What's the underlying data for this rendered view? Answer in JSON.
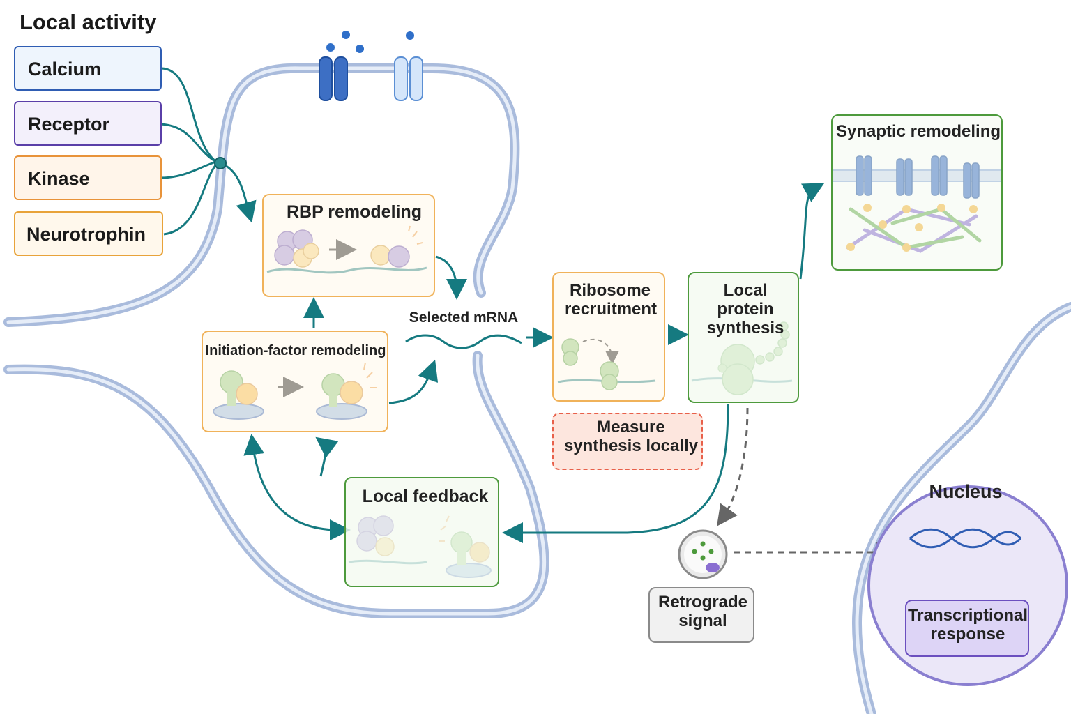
{
  "title": "Local activity",
  "inputs": [
    {
      "label": "Calcium",
      "icon": "calcium-dots-icon",
      "color": "#2f5db3",
      "fill": "#eef5fd"
    },
    {
      "label": "Receptor",
      "icon": "receptor-icon",
      "color": "#5a3fa8",
      "fill": "#f3f0fb"
    },
    {
      "label": "Kinase",
      "icon": "kinase-icon",
      "color": "#e8933a",
      "fill": "#fff5ea"
    },
    {
      "label": "Neurotrophin",
      "icon": "neurotrophin-icon",
      "color": "#e8a33a",
      "fill": "#fff8ec"
    }
  ],
  "nodes": {
    "rbp": "RBP remodeling",
    "initiation": "Initiation-factor remodeling",
    "selected_mrna": "Selected mRNA",
    "ribosome": "Ribosome recruitment",
    "synthesis": "Local protein synthesis",
    "measure": "Measure synthesis locally",
    "feedback": "Local feedback",
    "synaptic": "Synaptic remodeling",
    "retrograde": "Retrograde signal",
    "nucleus": "Nucleus",
    "transcription": "Transcriptional response"
  },
  "colors": {
    "membrane": "#a9bbdc",
    "arrow": "#157a80",
    "orange_box": "#f0b25a",
    "green_box": "#4d9a3c",
    "nucleus": "#8a7fd0"
  }
}
